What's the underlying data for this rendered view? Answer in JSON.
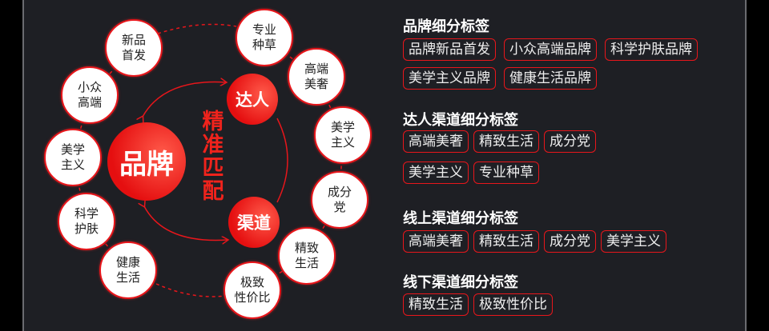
{
  "diagram": {
    "center": "品牌",
    "match_label": [
      "精",
      "准",
      "匹",
      "配"
    ],
    "hub_influencer": "达人",
    "hub_channel": "渠道",
    "brand_nodes": [
      {
        "l1": "新品",
        "l2": "首发"
      },
      {
        "l1": "小众",
        "l2": "高端"
      },
      {
        "l1": "美学",
        "l2": "主义"
      },
      {
        "l1": "科学",
        "l2": "护肤"
      },
      {
        "l1": "健康",
        "l2": "生活"
      }
    ],
    "channel_nodes": [
      {
        "l1": "专业",
        "l2": "种草"
      },
      {
        "l1": "高端",
        "l2": "美奢"
      },
      {
        "l1": "美学",
        "l2": "主义"
      },
      {
        "l1": "成分",
        "l2": "党"
      },
      {
        "l1": "精致",
        "l2": "生活"
      },
      {
        "l1": "极致",
        "l2": "性价比"
      }
    ],
    "accent": "#e8161b"
  },
  "sections": [
    {
      "title": "品牌细分标签",
      "rows": [
        [
          "品牌新品首发",
          "小众高端品牌",
          "科学护肤品牌"
        ],
        [
          "美学主义品牌",
          "健康生活品牌"
        ]
      ]
    },
    {
      "title": "达人渠道细分标签",
      "rows": [
        [
          "高端美奢",
          "精致生活",
          "成分党"
        ],
        [
          "美学主义",
          "专业种草"
        ]
      ]
    },
    {
      "title": "线上渠道细分标签",
      "rows": [
        [
          "高端美奢",
          "精致生活",
          "成分党",
          "美学主义"
        ]
      ]
    },
    {
      "title": "线下渠道细分标签",
      "rows": [
        [
          "精致生活",
          "极致性价比"
        ]
      ]
    }
  ]
}
